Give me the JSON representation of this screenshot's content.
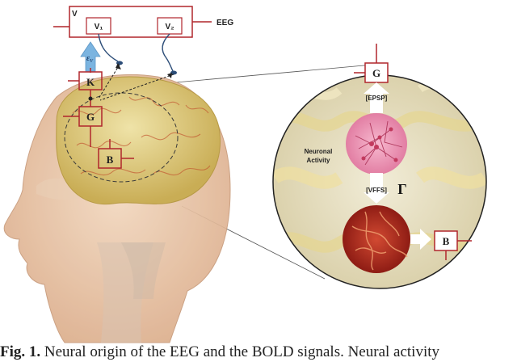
{
  "colors": {
    "accent_red": "#b0262c",
    "head_skin": "#e9c6a8",
    "brain_gold": "#d8c47a",
    "circle_bg": "#e6e0c8",
    "arrow_blue": "#7bb4e0"
  },
  "circuit": {
    "box_label": "V",
    "v1": "V₁",
    "v2": "V₂",
    "output_label": "EEG",
    "epsilon": "ε",
    "epsilon_sub": "V"
  },
  "head_markers": {
    "k": "K",
    "g": "G",
    "b": "B"
  },
  "zoom": {
    "g_top": "G",
    "epsp": "[EPSP]",
    "neuronal_activity_line1": "Neuronal",
    "neuronal_activity_line2": "Activity",
    "vffs": "[VFFS]",
    "gamma": "Γ",
    "b_right": "B"
  },
  "caption": {
    "label": "Fig. 1.",
    "text": "Neural origin of the EEG and the BOLD signals. Neural activity"
  },
  "icons": {
    "electrode": "electrode-icon",
    "neurons": "neuron-network-icon",
    "vessels": "blood-vessel-icon"
  }
}
